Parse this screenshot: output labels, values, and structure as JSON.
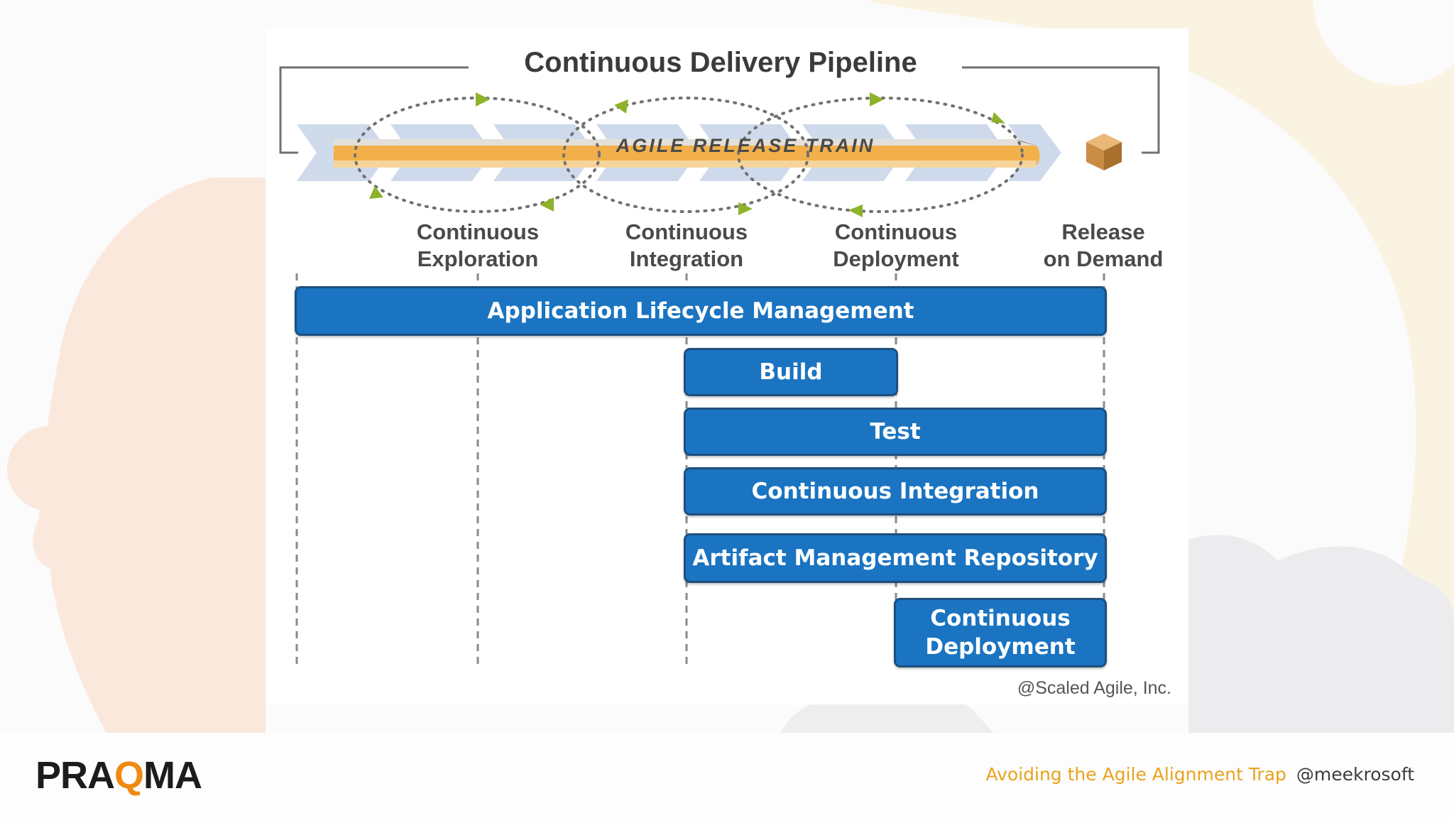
{
  "diagram": {
    "title": "Continuous Delivery Pipeline",
    "train_label": "AGILE RELEASE TRAIN",
    "stages": [
      {
        "line1": "Continuous",
        "line2": "Exploration"
      },
      {
        "line1": "Continuous",
        "line2": "Integration"
      },
      {
        "line1": "Continuous",
        "line2": "Deployment"
      },
      {
        "line1": "Release",
        "line2": "on Demand"
      }
    ],
    "bars": {
      "alm": "Application Lifecycle Management",
      "build": "Build",
      "test": "Test",
      "ci": "Continuous Integration",
      "amr": "Artifact Management Repository",
      "cd_line1": "Continuous",
      "cd_line2": "Deployment"
    },
    "copyright": "@Scaled Agile, Inc.",
    "colors": {
      "bar_fill": "#1a74c1",
      "bar_border": "#1d4f7e",
      "arrow_green": "#8cb32a",
      "train_orange": "#f2b04a",
      "chevron_blue": "#c9d7e8"
    }
  },
  "footer": {
    "logo_prefix": "PRA",
    "logo_q": "Q",
    "logo_suffix": "MA",
    "title": "Avoiding the Agile Alignment Trap",
    "handle": "@meekrosoft"
  }
}
